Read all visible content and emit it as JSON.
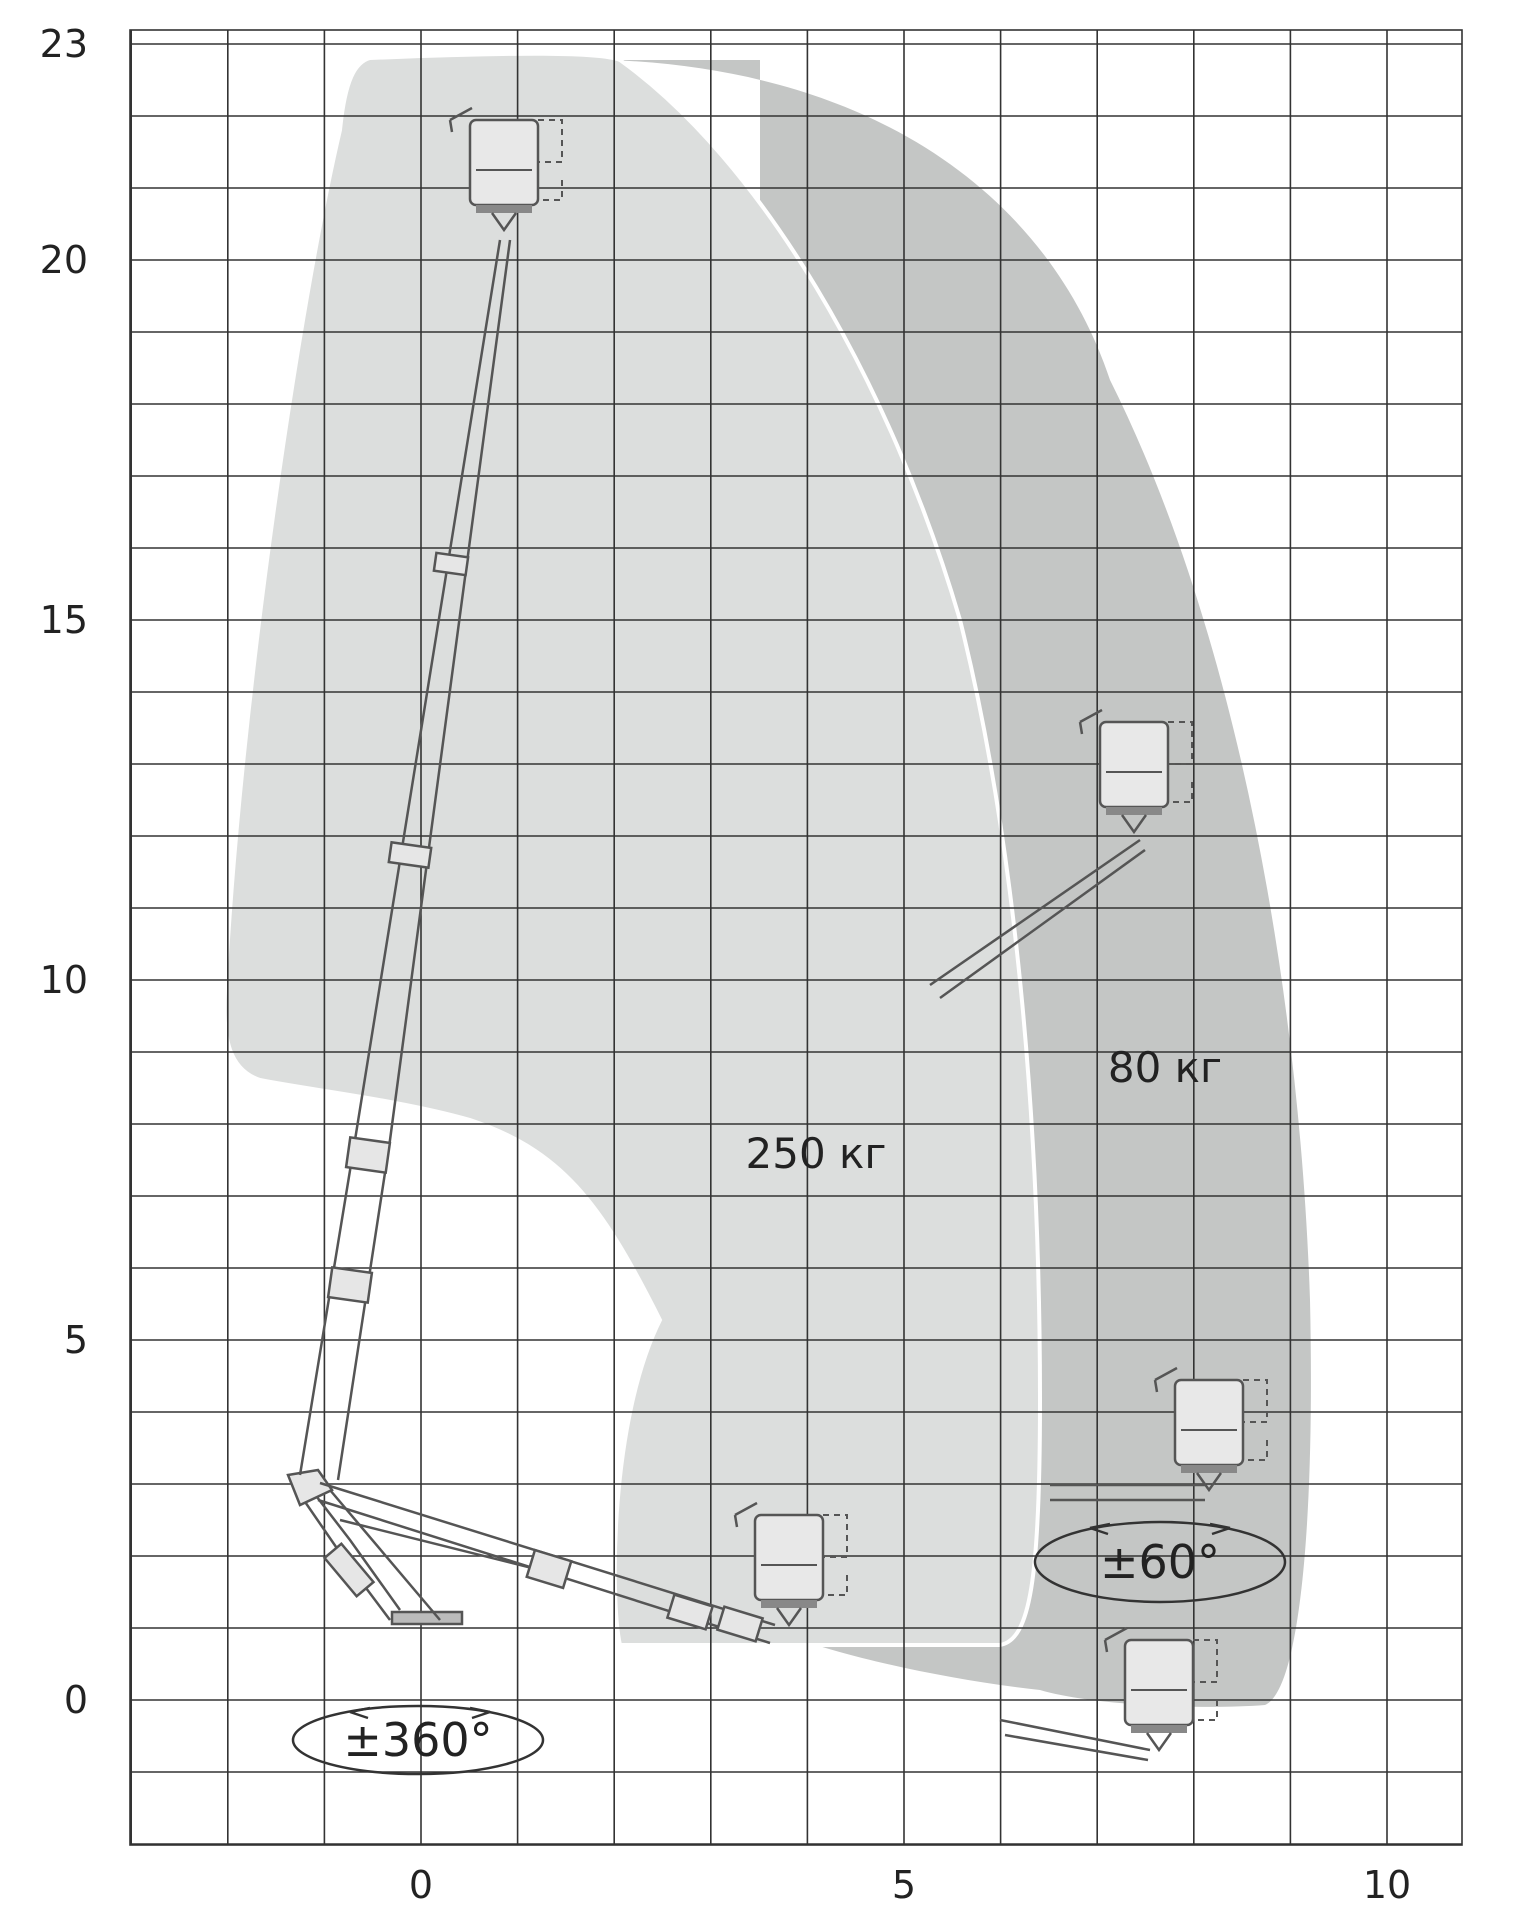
{
  "diagram": {
    "x_axis": {
      "min": -3,
      "max": 10.9,
      "ticks": [
        0,
        5,
        10
      ]
    },
    "y_axis": {
      "min": -2,
      "max": 23.3,
      "ticks": [
        0,
        5,
        10,
        15,
        20,
        23
      ]
    },
    "grid": true,
    "loads": {
      "inner": "250 кг",
      "outer": "80 кг"
    },
    "rotation": {
      "base": "±360°",
      "basket": "±60°"
    },
    "colors": {
      "inner_zone": "#dcdedd",
      "outer_zone": "#c4c6c5",
      "grid": "#333333",
      "boom": "#555555"
    }
  }
}
